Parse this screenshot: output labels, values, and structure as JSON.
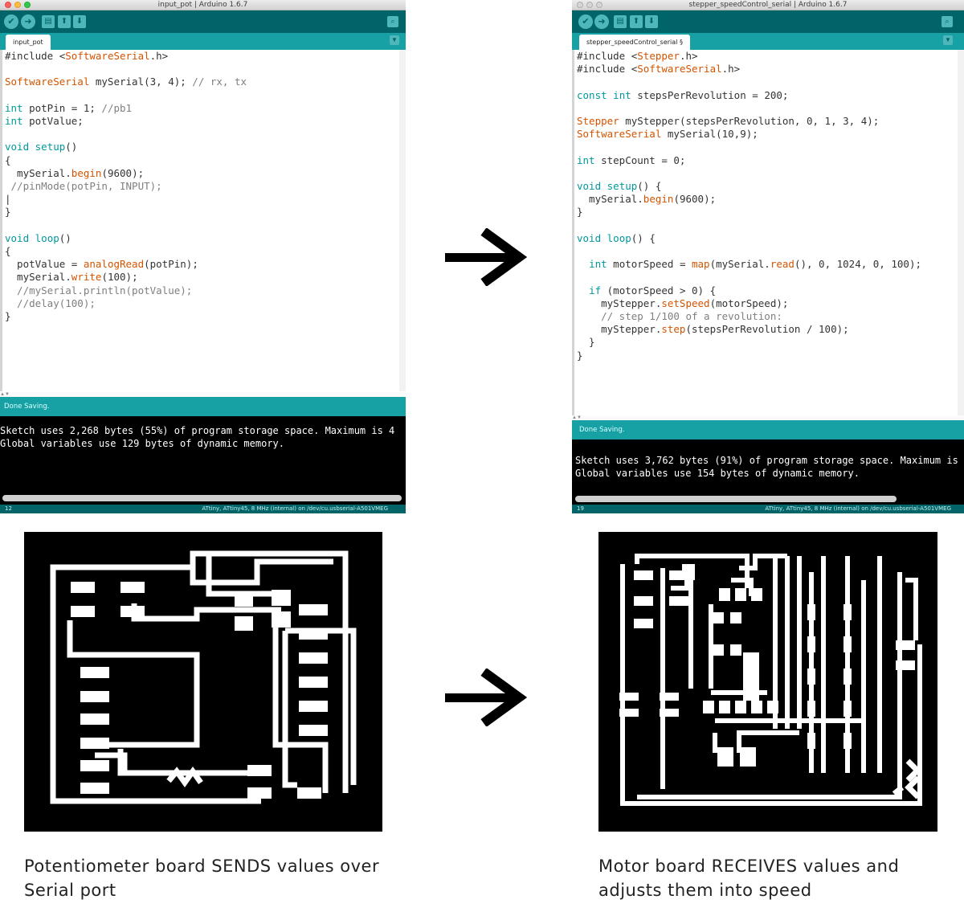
{
  "left_ide": {
    "window_title": "input_pot | Arduino 1.6.7",
    "tab_label": "input_pot",
    "code_lines": [
      [
        [
          "pp",
          "#include <"
        ],
        [
          "fn",
          "SoftwareSerial"
        ],
        [
          "pp",
          ".h>"
        ]
      ],
      [],
      [
        [
          "fn",
          "SoftwareSerial"
        ],
        [
          "pp",
          " mySerial(3, 4); "
        ],
        [
          "cm",
          "// rx, tx"
        ]
      ],
      [],
      [
        [
          "kw",
          "int"
        ],
        [
          "pp",
          " potPin = 1; "
        ],
        [
          "cm",
          "//pb1"
        ]
      ],
      [
        [
          "kw",
          "int"
        ],
        [
          "pp",
          " potValue;"
        ]
      ],
      [],
      [
        [
          "kw",
          "void"
        ],
        [
          "pp",
          " "
        ],
        [
          "kw",
          "setup"
        ],
        [
          "pp",
          "()"
        ]
      ],
      [
        [
          "pp",
          "{"
        ]
      ],
      [
        [
          "pp",
          "  mySerial."
        ],
        [
          "fn",
          "begin"
        ],
        [
          "pp",
          "(9600);"
        ]
      ],
      [
        [
          "cm",
          " //pinMode(potPin, INPUT);"
        ]
      ],
      [
        [
          "pp",
          "|"
        ]
      ],
      [
        [
          "pp",
          "}"
        ]
      ],
      [],
      [
        [
          "kw",
          "void"
        ],
        [
          "pp",
          " "
        ],
        [
          "kw",
          "loop"
        ],
        [
          "pp",
          "()"
        ]
      ],
      [
        [
          "pp",
          "{"
        ]
      ],
      [
        [
          "pp",
          "  potValue = "
        ],
        [
          "fn",
          "analogRead"
        ],
        [
          "pp",
          "(potPin);"
        ]
      ],
      [
        [
          "pp",
          "  mySerial."
        ],
        [
          "fn",
          "write"
        ],
        [
          "pp",
          "(100);"
        ]
      ],
      [
        [
          "cm",
          "  //mySerial.println(potValue);"
        ]
      ],
      [
        [
          "cm",
          "  //delay(100);"
        ]
      ],
      [
        [
          "pp",
          "}"
        ]
      ]
    ],
    "status_text": "Done Saving.",
    "console_lines": [
      "Sketch uses 2,268 bytes (55%) of program storage space. Maximum is 4",
      "Global variables use 129 bytes of dynamic memory."
    ],
    "line_number": "12",
    "board_info": "ATtiny, ATtiny45, 8 MHz (internal) on /dev/cu.usbserial-A501VMEG"
  },
  "right_ide": {
    "window_title": "stepper_speedControl_serial | Arduino 1.6.7",
    "tab_label": "stepper_speedControl_serial §",
    "code_lines": [
      [
        [
          "pp",
          "#include <"
        ],
        [
          "fn",
          "Stepper"
        ],
        [
          "pp",
          ".h>"
        ]
      ],
      [
        [
          "pp",
          "#include <"
        ],
        [
          "fn",
          "SoftwareSerial"
        ],
        [
          "pp",
          ".h>"
        ]
      ],
      [],
      [
        [
          "kw",
          "const"
        ],
        [
          "pp",
          " "
        ],
        [
          "kw",
          "int"
        ],
        [
          "pp",
          " stepsPerRevolution = 200;"
        ]
      ],
      [],
      [
        [
          "fn",
          "Stepper"
        ],
        [
          "pp",
          " myStepper(stepsPerRevolution, 0, 1, 3, 4);"
        ]
      ],
      [
        [
          "fn",
          "SoftwareSerial"
        ],
        [
          "pp",
          " mySerial(10,9);"
        ]
      ],
      [],
      [
        [
          "kw",
          "int"
        ],
        [
          "pp",
          " stepCount = 0;"
        ]
      ],
      [],
      [
        [
          "kw",
          "void"
        ],
        [
          "pp",
          " "
        ],
        [
          "kw",
          "setup"
        ],
        [
          "pp",
          "() {"
        ]
      ],
      [
        [
          "pp",
          "  mySerial."
        ],
        [
          "fn",
          "begin"
        ],
        [
          "pp",
          "(9600);"
        ]
      ],
      [
        [
          "pp",
          "}"
        ]
      ],
      [],
      [
        [
          "kw",
          "void"
        ],
        [
          "pp",
          " "
        ],
        [
          "kw",
          "loop"
        ],
        [
          "pp",
          "() {"
        ]
      ],
      [],
      [
        [
          "pp",
          "  "
        ],
        [
          "kw",
          "int"
        ],
        [
          "pp",
          " motorSpeed = "
        ],
        [
          "fn",
          "map"
        ],
        [
          "pp",
          "(mySerial."
        ],
        [
          "fn",
          "read"
        ],
        [
          "pp",
          "(), 0, 1024, 0, 100);"
        ]
      ],
      [],
      [
        [
          "pp",
          "  "
        ],
        [
          "kw",
          "if"
        ],
        [
          "pp",
          " (motorSpeed > 0) {"
        ]
      ],
      [
        [
          "pp",
          "    myStepper."
        ],
        [
          "fn",
          "setSpeed"
        ],
        [
          "pp",
          "(motorSpeed);"
        ]
      ],
      [
        [
          "cm",
          "    // step 1/100 of a revolution:"
        ]
      ],
      [
        [
          "pp",
          "    myStepper."
        ],
        [
          "fn",
          "step"
        ],
        [
          "pp",
          "(stepsPerRevolution / 100);"
        ]
      ],
      [
        [
          "pp",
          "  }"
        ]
      ],
      [
        [
          "pp",
          "}"
        ]
      ]
    ],
    "status_text": "Done Saving.",
    "console_lines": [
      "Sketch uses 3,762 bytes (91%) of program storage space. Maximum is",
      "Global variables use 154 bytes of dynamic memory."
    ],
    "line_number": "19",
    "board_info": "ATtiny, ATtiny45, 8 MHz (internal) on /dev/cu.usbserial-A501VMEG"
  },
  "icons": {
    "arrow_top": "right-arrow-icon",
    "arrow_bottom": "right-arrow-icon",
    "verify": "checkmark-icon",
    "upload": "arrow-right-icon",
    "new": "document-icon",
    "open": "arrow-up-icon",
    "save": "arrow-down-icon",
    "serial_monitor": "magnifier-icon"
  },
  "colors": {
    "toolbar": "#006468",
    "tabbar": "#17a1a5",
    "keyword": "#00979c",
    "function": "#d35400",
    "comment": "#7f7f7f",
    "pcb_background": "#000000",
    "pcb_trace": "#ffffff"
  },
  "captions": {
    "left": "Potentiometer board SENDS values over Serial port",
    "right": "Motor board RECEIVES values and adjusts them into speed"
  }
}
